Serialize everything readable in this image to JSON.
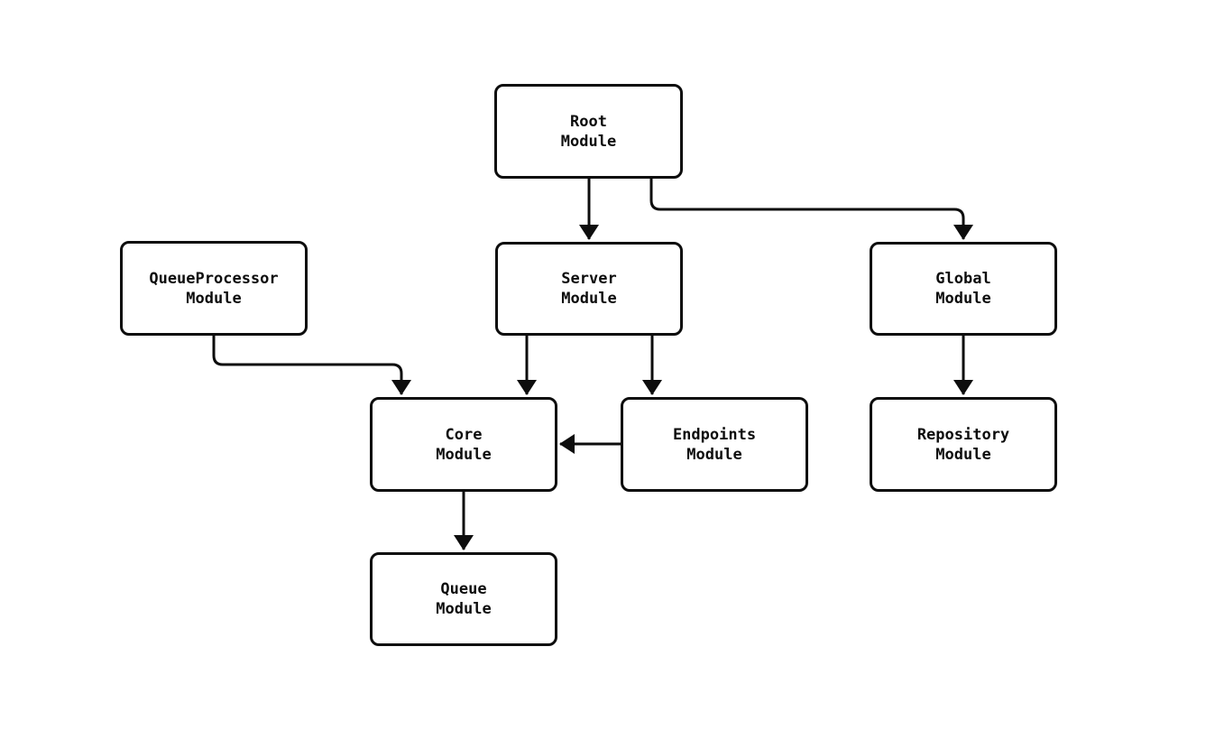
{
  "diagram": {
    "type": "flowchart",
    "background_color": "#ffffff",
    "node_fill_color": "#ffffff",
    "node_border_color": "#0d0d0d",
    "edge_color": "#0d0d0d",
    "nodes": [
      {
        "id": "root",
        "label": "Root\nModule"
      },
      {
        "id": "queueprocessor",
        "label": "QueueProcessor\nModule"
      },
      {
        "id": "server",
        "label": "Server\nModule"
      },
      {
        "id": "global",
        "label": "Global\nModule"
      },
      {
        "id": "core",
        "label": "Core\nModule"
      },
      {
        "id": "endpoints",
        "label": "Endpoints\nModule"
      },
      {
        "id": "repository",
        "label": "Repository\nModule"
      },
      {
        "id": "queue",
        "label": "Queue\nModule"
      }
    ],
    "edges": [
      {
        "from": "root",
        "to": "server",
        "style": "arrow"
      },
      {
        "from": "root",
        "to": "global",
        "style": "arrow"
      },
      {
        "from": "queueprocessor",
        "to": "core",
        "style": "arrow"
      },
      {
        "from": "server",
        "to": "core",
        "style": "arrow"
      },
      {
        "from": "server",
        "to": "endpoints",
        "style": "arrow"
      },
      {
        "from": "endpoints",
        "to": "core",
        "style": "arrow"
      },
      {
        "from": "global",
        "to": "repository",
        "style": "arrow"
      },
      {
        "from": "core",
        "to": "queue",
        "style": "arrow"
      }
    ]
  }
}
